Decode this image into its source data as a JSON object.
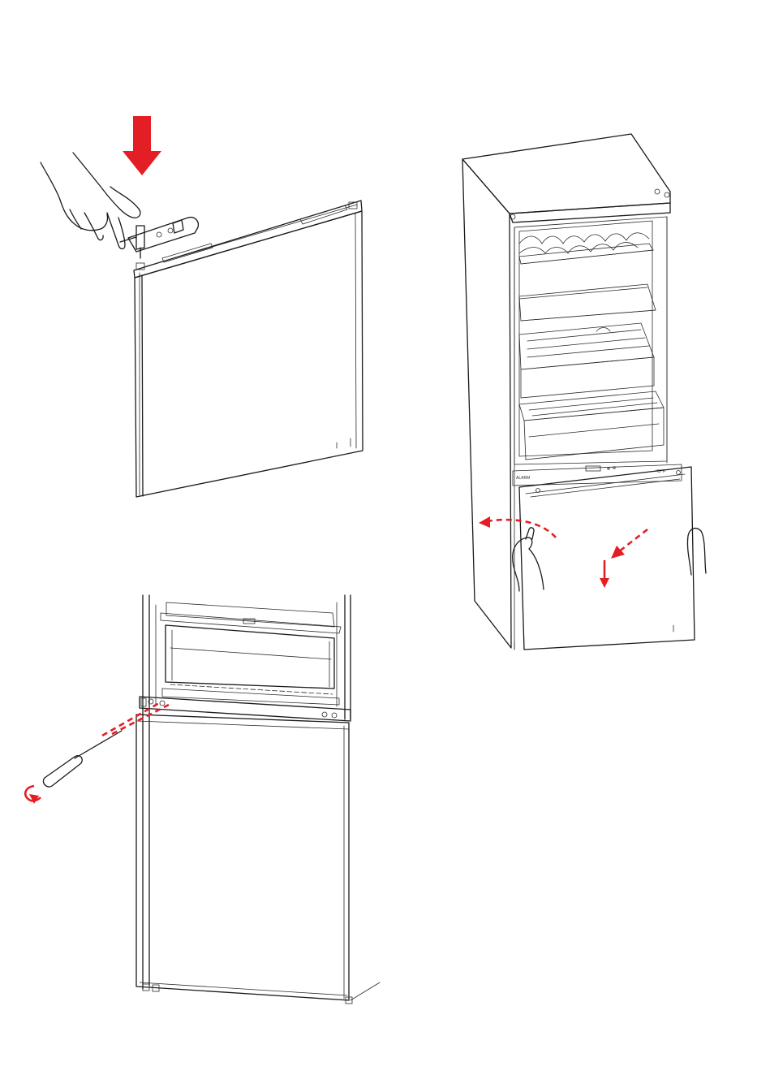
{
  "panels": [
    {
      "id": "door-hinge-insert",
      "arrow": "down",
      "arrow_color": "#e31e24"
    },
    {
      "id": "fridge-door-removal",
      "arrow_color": "#e31e24"
    },
    {
      "id": "hinge-screw-removal",
      "arrow_color": "#e31e24"
    }
  ],
  "control_panel": {
    "left_label": "ALARM",
    "right_label": "°C/°F"
  },
  "icons": [
    "hand-icon",
    "screwdriver-icon",
    "hinge-icon",
    "rotate-arrow-icon"
  ],
  "colors": {
    "line": "#1a1a1a",
    "accent": "#e31e24",
    "background": "#ffffff"
  }
}
